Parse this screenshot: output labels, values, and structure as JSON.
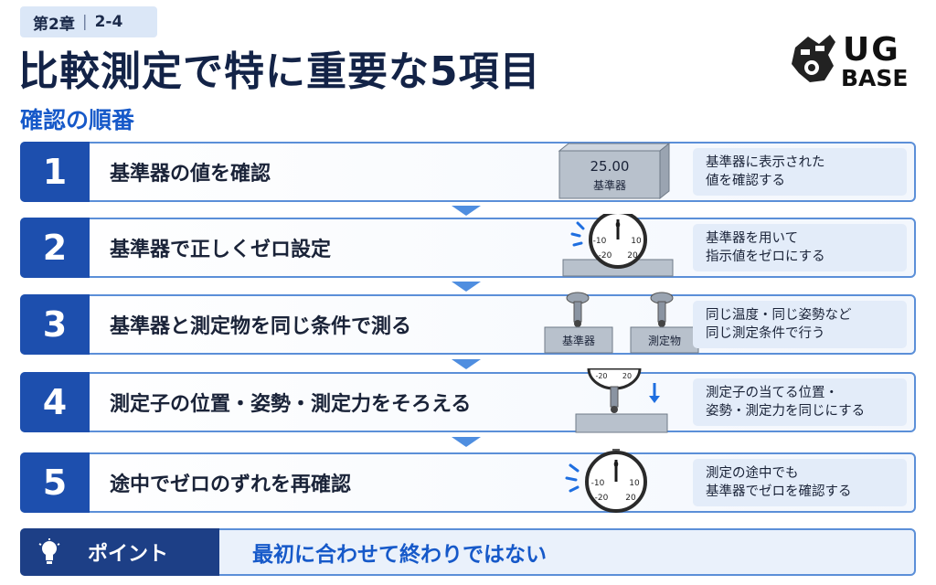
{
  "header": {
    "chapter": "第2章",
    "section": "2-4",
    "title": "比較測定で特に重要な5項目",
    "subtitle": "確認の順番"
  },
  "logo": {
    "line1": "UG",
    "line2": "BASE"
  },
  "steps": [
    {
      "number": "1",
      "label": "基準器の値を確認",
      "desc1": "基準器に表示された",
      "desc2": "値を確認する"
    },
    {
      "number": "2",
      "label": "基準器で正しくゼロ設定",
      "desc1": "基準器を用いて",
      "desc2": "指示値をゼロにする"
    },
    {
      "number": "3",
      "label": "基準器と測定物を同じ条件で測る",
      "desc1": "同じ温度・同じ姿勢など",
      "desc2": "同じ測定条件で行う"
    },
    {
      "number": "4",
      "label": "測定子の位置・姿勢・測定力をそろえる",
      "desc1": "測定子の当てる位置・",
      "desc2": "姿勢・測定力を同じにする"
    },
    {
      "number": "5",
      "label": "途中でゼロのずれを再確認",
      "desc1": "測定の途中でも",
      "desc2": "基準器でゼロを確認する"
    }
  ],
  "illus": {
    "block_value": "25.00",
    "block_label": "基準器",
    "left_block": "基準器",
    "right_block": "測定物",
    "dial_zero": "0",
    "dial_m10": "-10",
    "dial_p10": "10",
    "dial_m20": "-20",
    "dial_p20": "20"
  },
  "point": {
    "label": "ポイント",
    "text": "最初に合わせて終わりではない"
  },
  "colors": {
    "primary": "#1d4fae",
    "accent": "#1659c9",
    "dark": "#1d3f86",
    "border": "#5b8fd8"
  }
}
